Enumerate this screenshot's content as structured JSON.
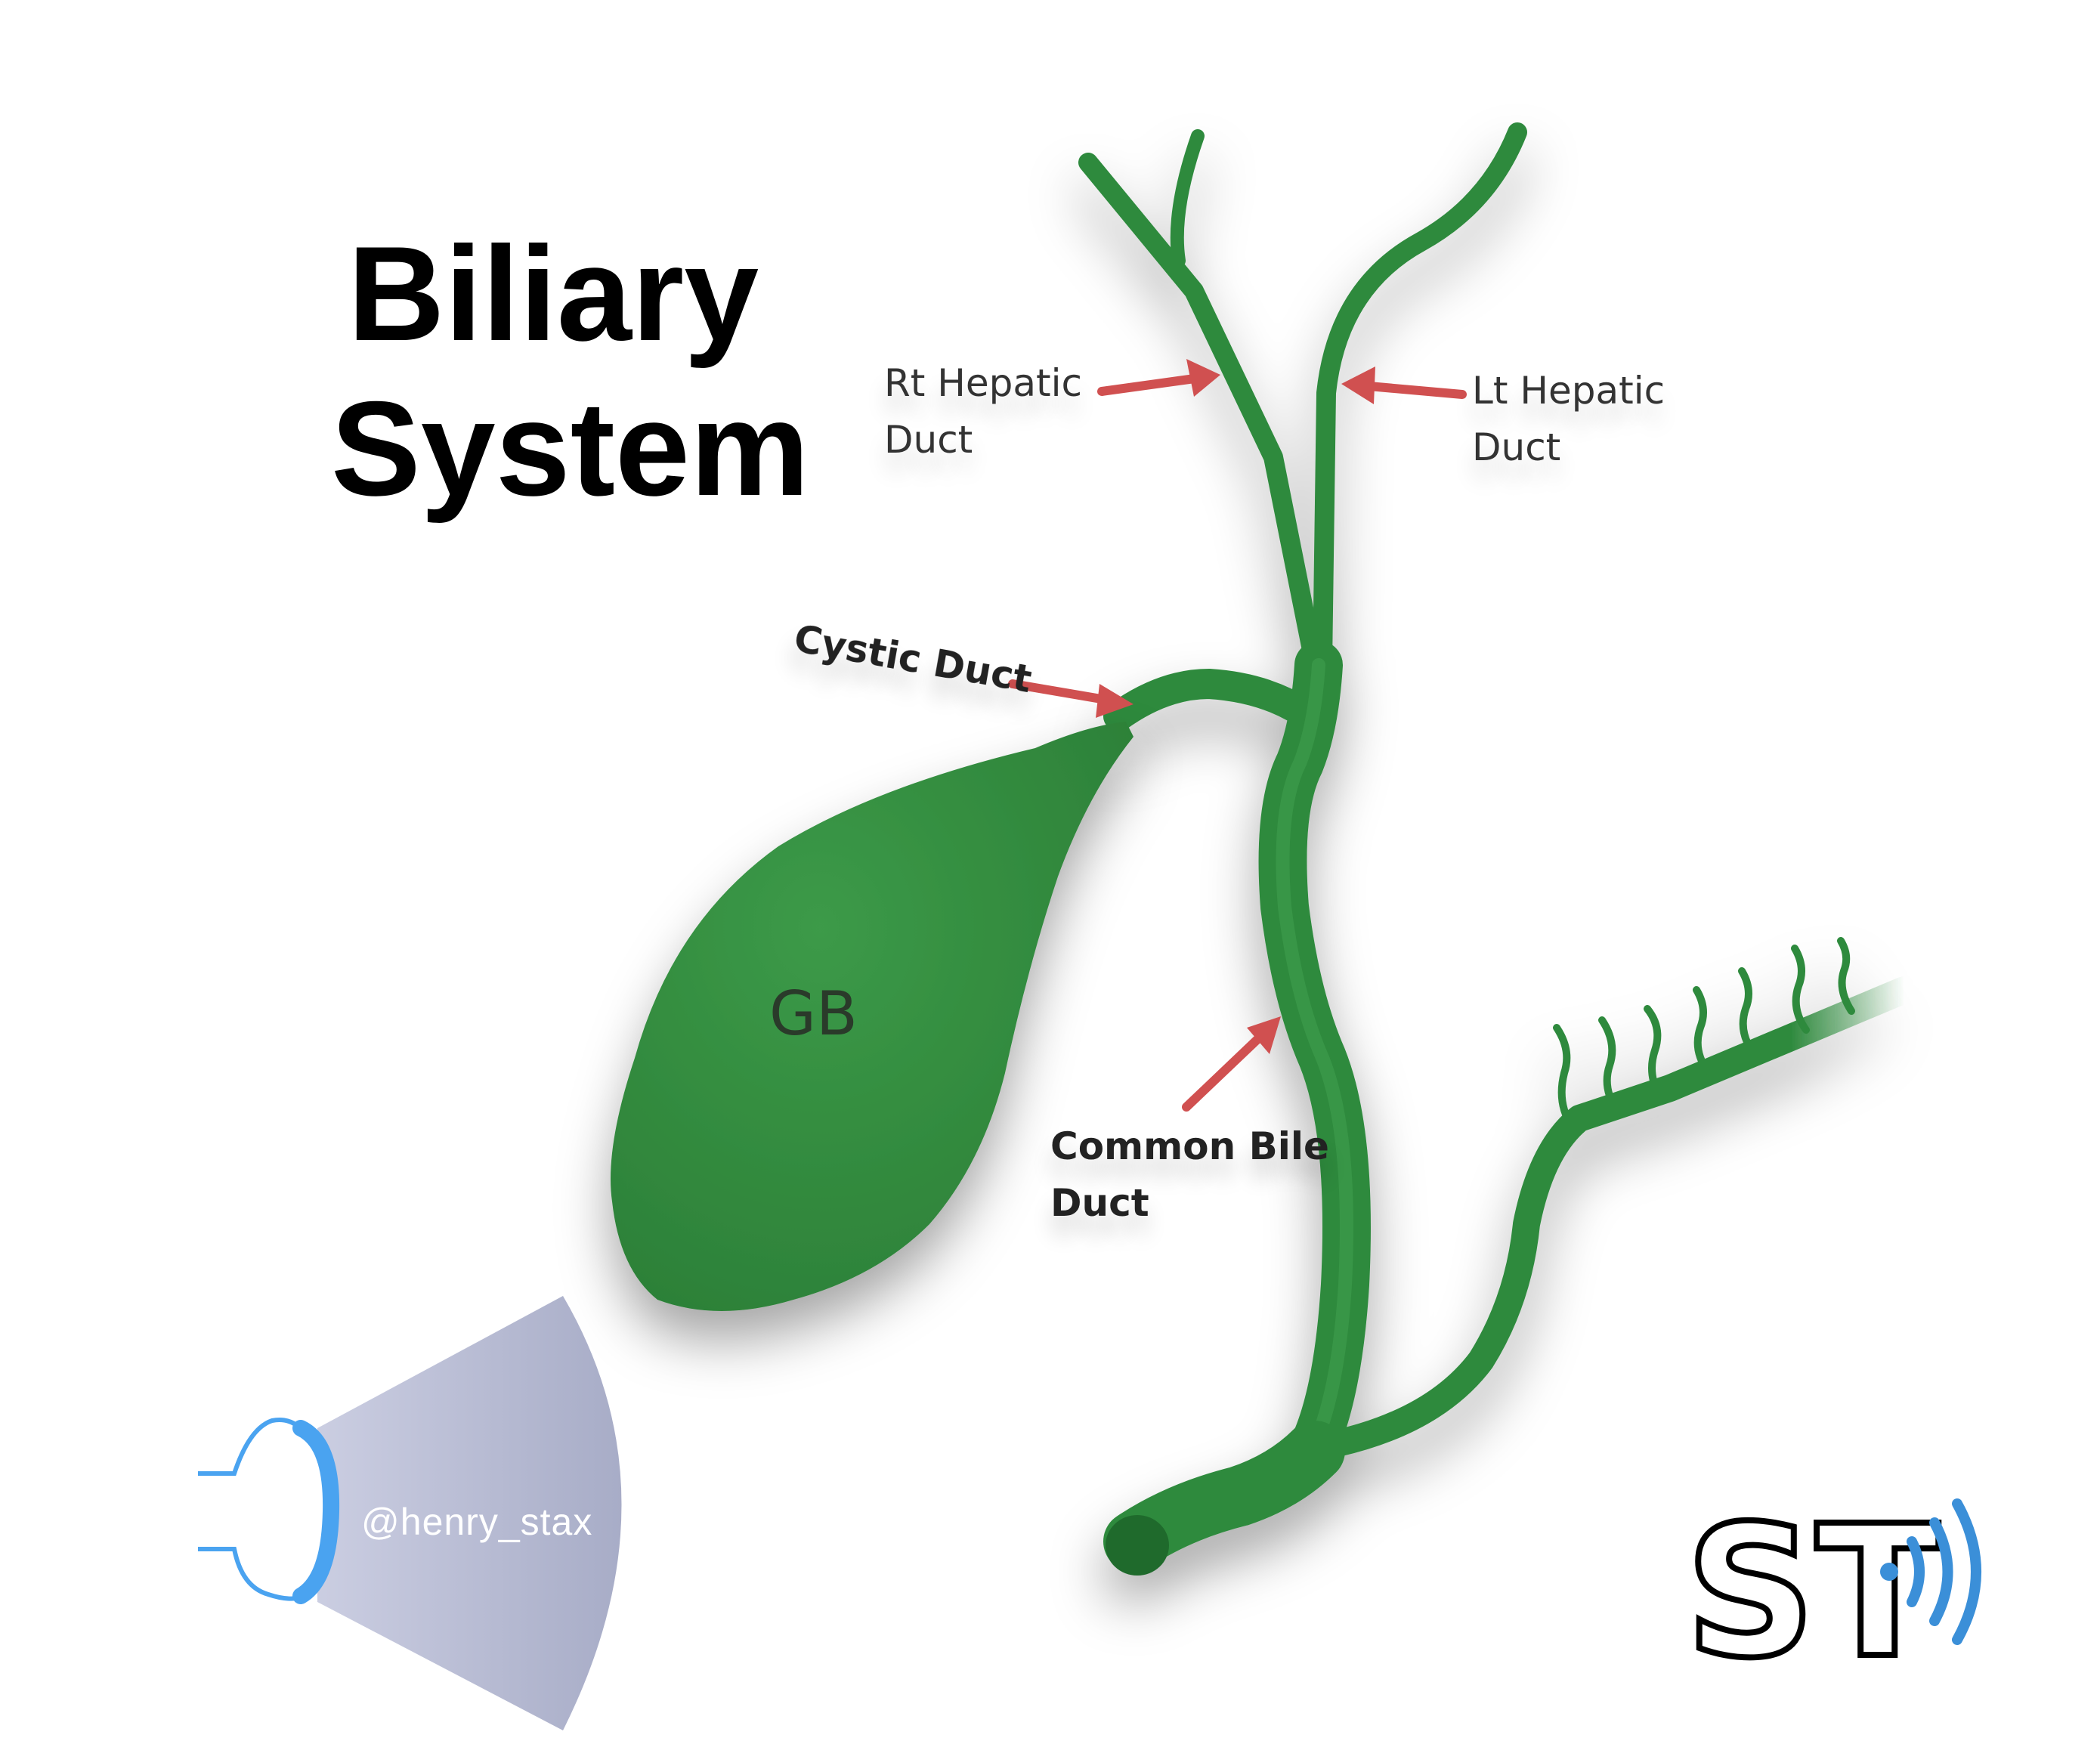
{
  "title": {
    "line1": "Biliary",
    "line2": "System"
  },
  "labels": {
    "rt_hepatic": {
      "line1": "Rt Hepatic",
      "line2": "Duct"
    },
    "lt_hepatic": {
      "line1": "Lt Hepatic",
      "line2": "Duct"
    },
    "cystic": "Cystic Duct",
    "common_bile": {
      "line1": "Common Bile",
      "line2": "Duct"
    },
    "gallbladder": "GB"
  },
  "watermark": "@henry_stax",
  "logo": {
    "letters": "ST"
  },
  "colors": {
    "duct_green": "#2f8a3e",
    "duct_dark": "#1f6a2c",
    "arrow_red": "#d05050",
    "probe_beam": "#a9adc8",
    "probe_blue": "#4aa3f0"
  }
}
